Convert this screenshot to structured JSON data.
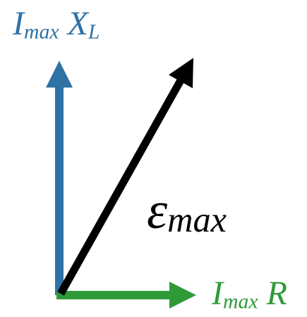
{
  "labels": {
    "inductive_main": "I",
    "inductive_main_sub": "max",
    "inductive_second": "X",
    "inductive_second_sub": "L",
    "resistive_main": "I",
    "resistive_main_sub": "max",
    "resistive_second": "R",
    "emf_main": "ε",
    "emf_sub": "max"
  },
  "colors": {
    "inductive": "#2e72a6",
    "resistive": "#2e9b38",
    "emf": "#000000",
    "background": "#ffffff"
  }
}
